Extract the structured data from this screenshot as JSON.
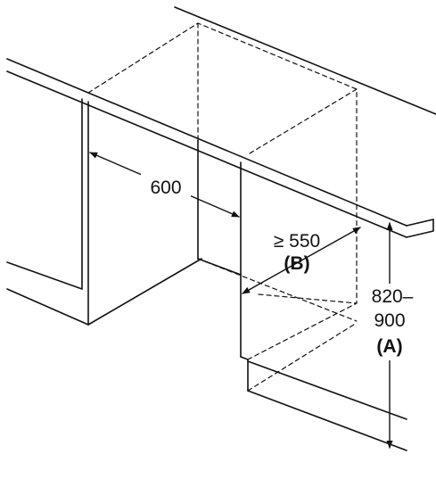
{
  "dimensions": {
    "width_label": "600",
    "depth_label": "≥ 550",
    "depth_ref": "(B)",
    "height_label_line1": "820–",
    "height_label_line2": "900",
    "height_ref": "(A)"
  },
  "colors": {
    "line": "#111111",
    "background": "#ffffff"
  }
}
